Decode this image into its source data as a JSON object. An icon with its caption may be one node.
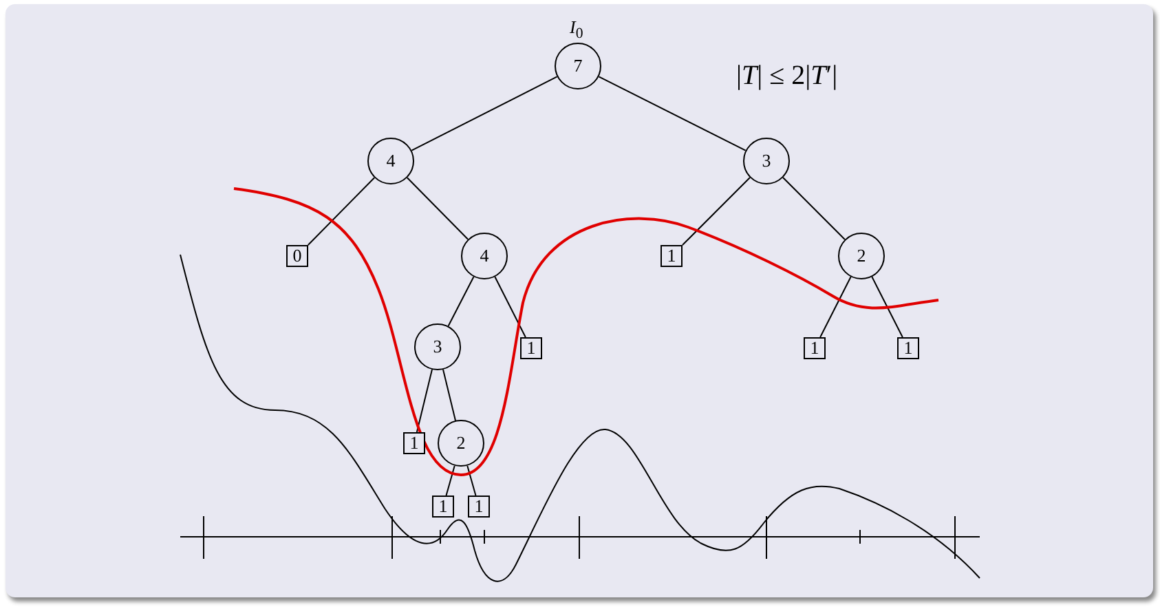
{
  "diagram": {
    "nodes": [
      {
        "text": [
          "7"
        ],
        "beside": [
          "*I*$_{0}$"
        ]
      },
      {
        "text": [
          "4"
        ]
      },
      {
        "text": [
          "3"
        ]
      },
      {
        "text": [
          "0"
        ]
      },
      {
        "text": [
          "4"
        ]
      },
      {
        "text": [
          "1"
        ]
      },
      {
        "text": [
          "2"
        ]
      },
      {
        "text": [
          "3"
        ]
      },
      {
        "text": [
          "1"
        ]
      },
      {
        "text": [
          "1"
        ]
      },
      {
        "text": [
          "1"
        ]
      },
      {
        "text": [
          "1"
        ]
      },
      {
        "text": [
          "2"
        ]
      },
      {
        "text": [
          "1"
        ]
      },
      {
        "text": [
          "1"
        ]
      }
    ],
    "edges": [
      {
        "from": 0,
        "to": 1,
        "arrow": "none"
      },
      {
        "from": 0,
        "to": 2,
        "arrow": "none"
      },
      {
        "from": 1,
        "to": 3,
        "arrow": "none"
      },
      {
        "from": 1,
        "to": 4,
        "arrow": "none"
      },
      {
        "from": 2,
        "to": 5,
        "arrow": "none"
      },
      {
        "from": 2,
        "to": 6,
        "arrow": "none"
      },
      {
        "from": 4,
        "to": 7,
        "arrow": "none"
      },
      {
        "from": 4,
        "to": 8,
        "arrow": "none"
      },
      {
        "from": 6,
        "to": 9,
        "arrow": "none"
      },
      {
        "from": 6,
        "to": 10,
        "arrow": "none"
      },
      {
        "from": 7,
        "to": 11,
        "arrow": "none"
      },
      {
        "from": 7,
        "to": 12,
        "arrow": "none"
      },
      {
        "from": 12,
        "to": 13,
        "arrow": "none"
      },
      {
        "from": 12,
        "to": 14,
        "arrow": "none"
      }
    ],
    "labels": [
      "|*T*| ≤ 2|*T*′|"
    ]
  }
}
